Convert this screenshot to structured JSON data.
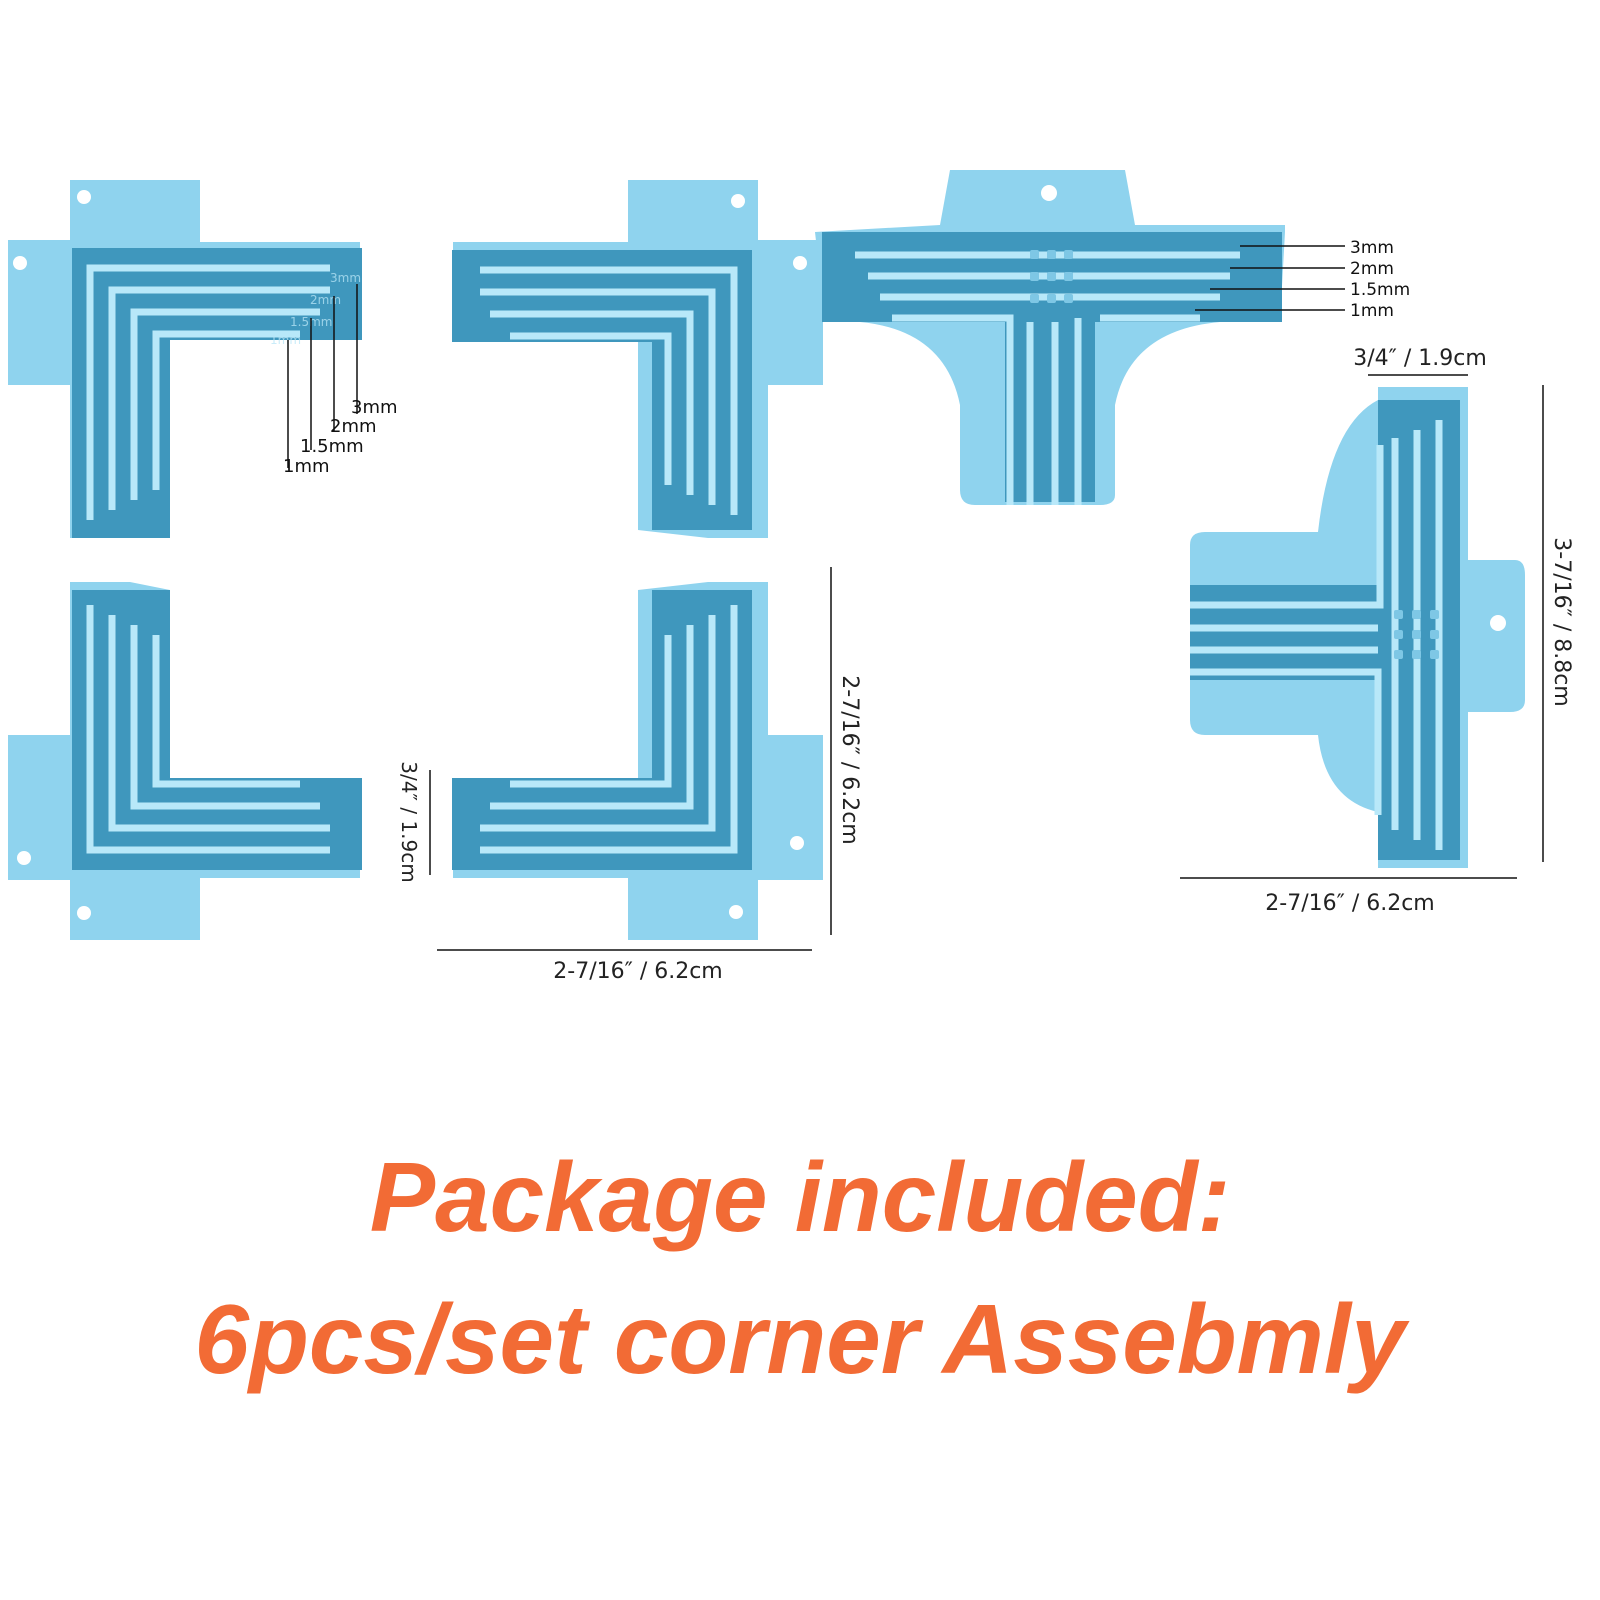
{
  "colors": {
    "piece_fill": "#8fd3ee",
    "piece_shadow": "#3f97bd",
    "piece_highlight": "#b8e8f9",
    "caption": "#f26b35",
    "dimension_line": "#111111"
  },
  "product": {
    "groove_sizes": [
      "3mm",
      "2mm",
      "1.5mm",
      "1mm"
    ],
    "corner_pieces": {
      "width_label": "2-7/16″ / 6.2cm",
      "height_label": "2-7/16″ / 6.2cm",
      "depth_label": "3/4″ / 1.9cm"
    },
    "tee_piece": {
      "depth_label": "3/4″ / 1.9cm",
      "length_label": "3-7/16″ / 8.8cm",
      "width_label": "2-7/16″ / 6.2cm"
    }
  },
  "caption": {
    "line1": "Package included:",
    "line2": "6pcs/set corner Assebmly"
  }
}
